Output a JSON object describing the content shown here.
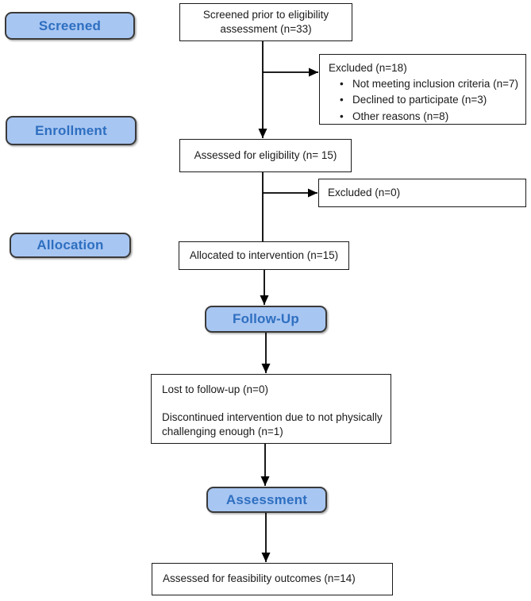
{
  "diagram": {
    "stages": {
      "screened": "Screened",
      "enrollment": "Enrollment",
      "allocation": "Allocation",
      "followup": "Follow-Up",
      "assessment": "Assessment"
    },
    "boxes": {
      "screened_prior": "Screened prior to eligibility assessment (n=33)",
      "excluded_screening": {
        "title": "Excluded (n=18)",
        "reasons": [
          "Not meeting inclusion criteria (n=7)",
          "Declined to participate (n=3)",
          "Other reasons (n=8)"
        ]
      },
      "assessed_eligibility": "Assessed for eligibility (n= 15)",
      "excluded_eligibility": "Excluded (n=0)",
      "allocated": "Allocated to intervention (n=15)",
      "followup_outcomes": {
        "lost": "Lost to follow-up (n=0)",
        "discontinued": "Discontinued intervention due to not physically challenging enough (n=1)"
      },
      "feasibility": "Assessed for feasibility outcomes (n=14)"
    },
    "colors": {
      "stage_fill": "#A8C6F2",
      "stage_text": "#2E6FC0",
      "stage_border": "#3A3A3A",
      "box_border": "#1A1A1A",
      "box_fill": "#FFFFFF",
      "connector": "#000000"
    }
  }
}
